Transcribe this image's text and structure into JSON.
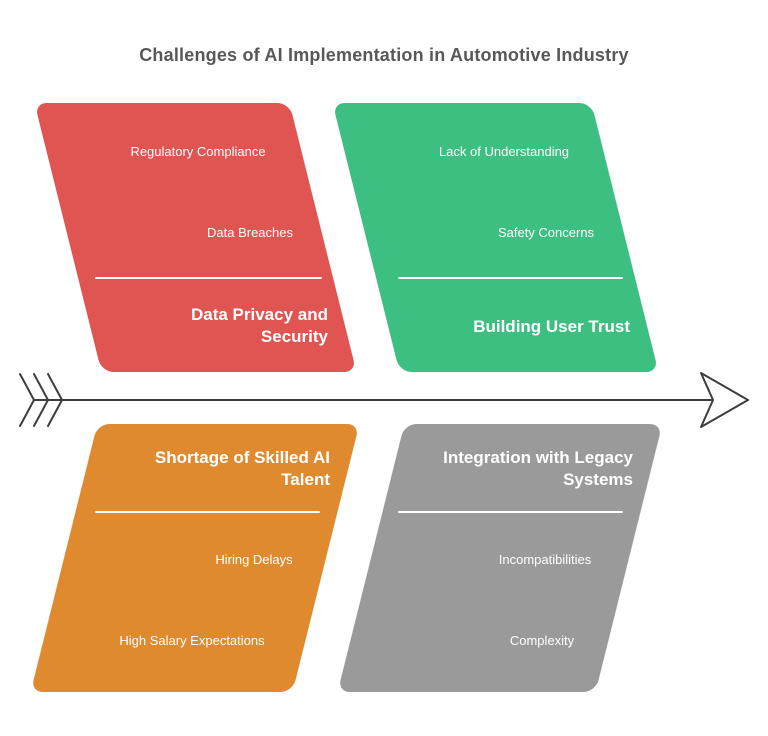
{
  "title": "Challenges of AI Implementation in Automotive Industry",
  "palette": {
    "red": "#e05452",
    "green": "#3cbf81",
    "orange": "#df8a2e",
    "gray": "#9a9a9a",
    "arrow": "#3d3d3d",
    "heading_text": "#58585a",
    "shape_text": "#ffffff",
    "background": "#ffffff"
  },
  "arrow": {
    "direction": "right",
    "style": "open-arrowhead-with-triple-chevron-fletching"
  },
  "quadrants": [
    {
      "name": "Data Privacy and Security",
      "position": "top-left",
      "color": "#e05452",
      "title_lines": [
        "Data Privacy and",
        "Security"
      ],
      "items": [
        "Regulatory Compliance",
        "Data Breaches"
      ]
    },
    {
      "name": "Building User Trust",
      "position": "top-right",
      "color": "#3cbf81",
      "title_lines": [
        "Building User Trust"
      ],
      "items": [
        "Lack of Understanding",
        "Safety Concerns"
      ]
    },
    {
      "name": "Shortage of Skilled AI Talent",
      "position": "bottom-left",
      "color": "#df8a2e",
      "title_lines": [
        "Shortage of Skilled AI",
        "Talent"
      ],
      "items": [
        "Hiring Delays",
        "High Salary Expectations"
      ]
    },
    {
      "name": "Integration with Legacy Systems",
      "position": "bottom-right",
      "color": "#9a9a9a",
      "title_lines": [
        "Integration with Legacy",
        "Systems"
      ],
      "items": [
        "Incompatibilities",
        "Complexity"
      ]
    }
  ]
}
